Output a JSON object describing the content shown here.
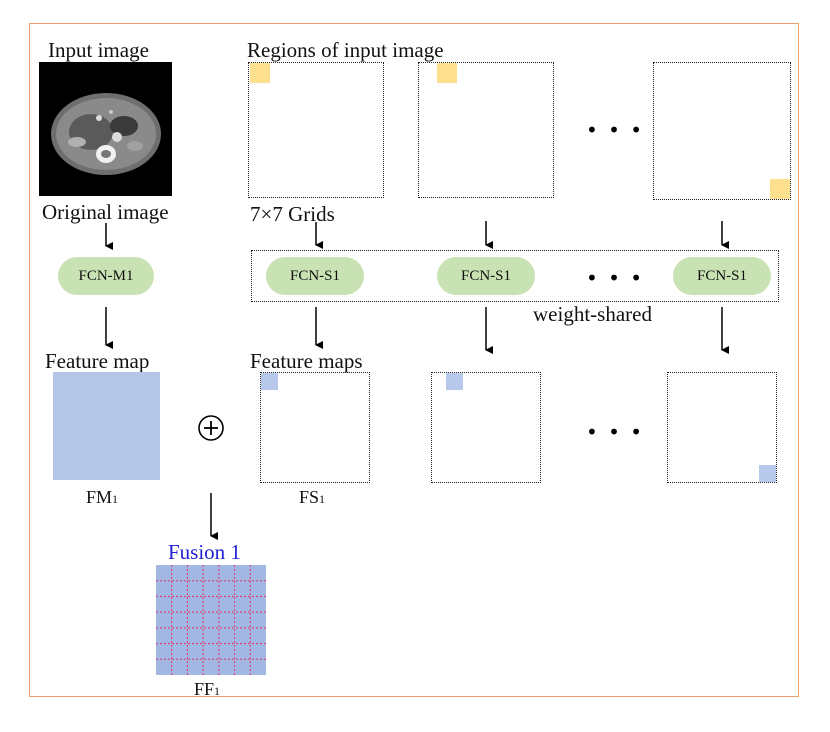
{
  "labels": {
    "input_image": "Input image",
    "regions": "Regions of input image",
    "original_image": "Original image",
    "grids": "7×7 Grids",
    "weight_shared": "weight-shared",
    "feature_map": "Feature map",
    "feature_maps": "Feature maps",
    "fusion": "Fusion 1",
    "fm_base": "FM",
    "fs_base": "FS",
    "ff_base": "FF",
    "subscript": "1"
  },
  "nodes": {
    "fcn_m1": "FCN-M1",
    "fcn_s1": [
      "FCN-S1",
      "FCN-S1",
      "FCN-S1"
    ]
  },
  "ellipsis": "• • •",
  "operator": "⊕",
  "colors": {
    "frame": "#f0a070",
    "node_fill": "#c9e2b4",
    "region_marker": "#fde08e",
    "feature_marker": "#b8c8ea",
    "feature_map": "#b6c6e6",
    "fusion_grid_line": "#e03070",
    "fusion_title": "#1f1fd6"
  }
}
